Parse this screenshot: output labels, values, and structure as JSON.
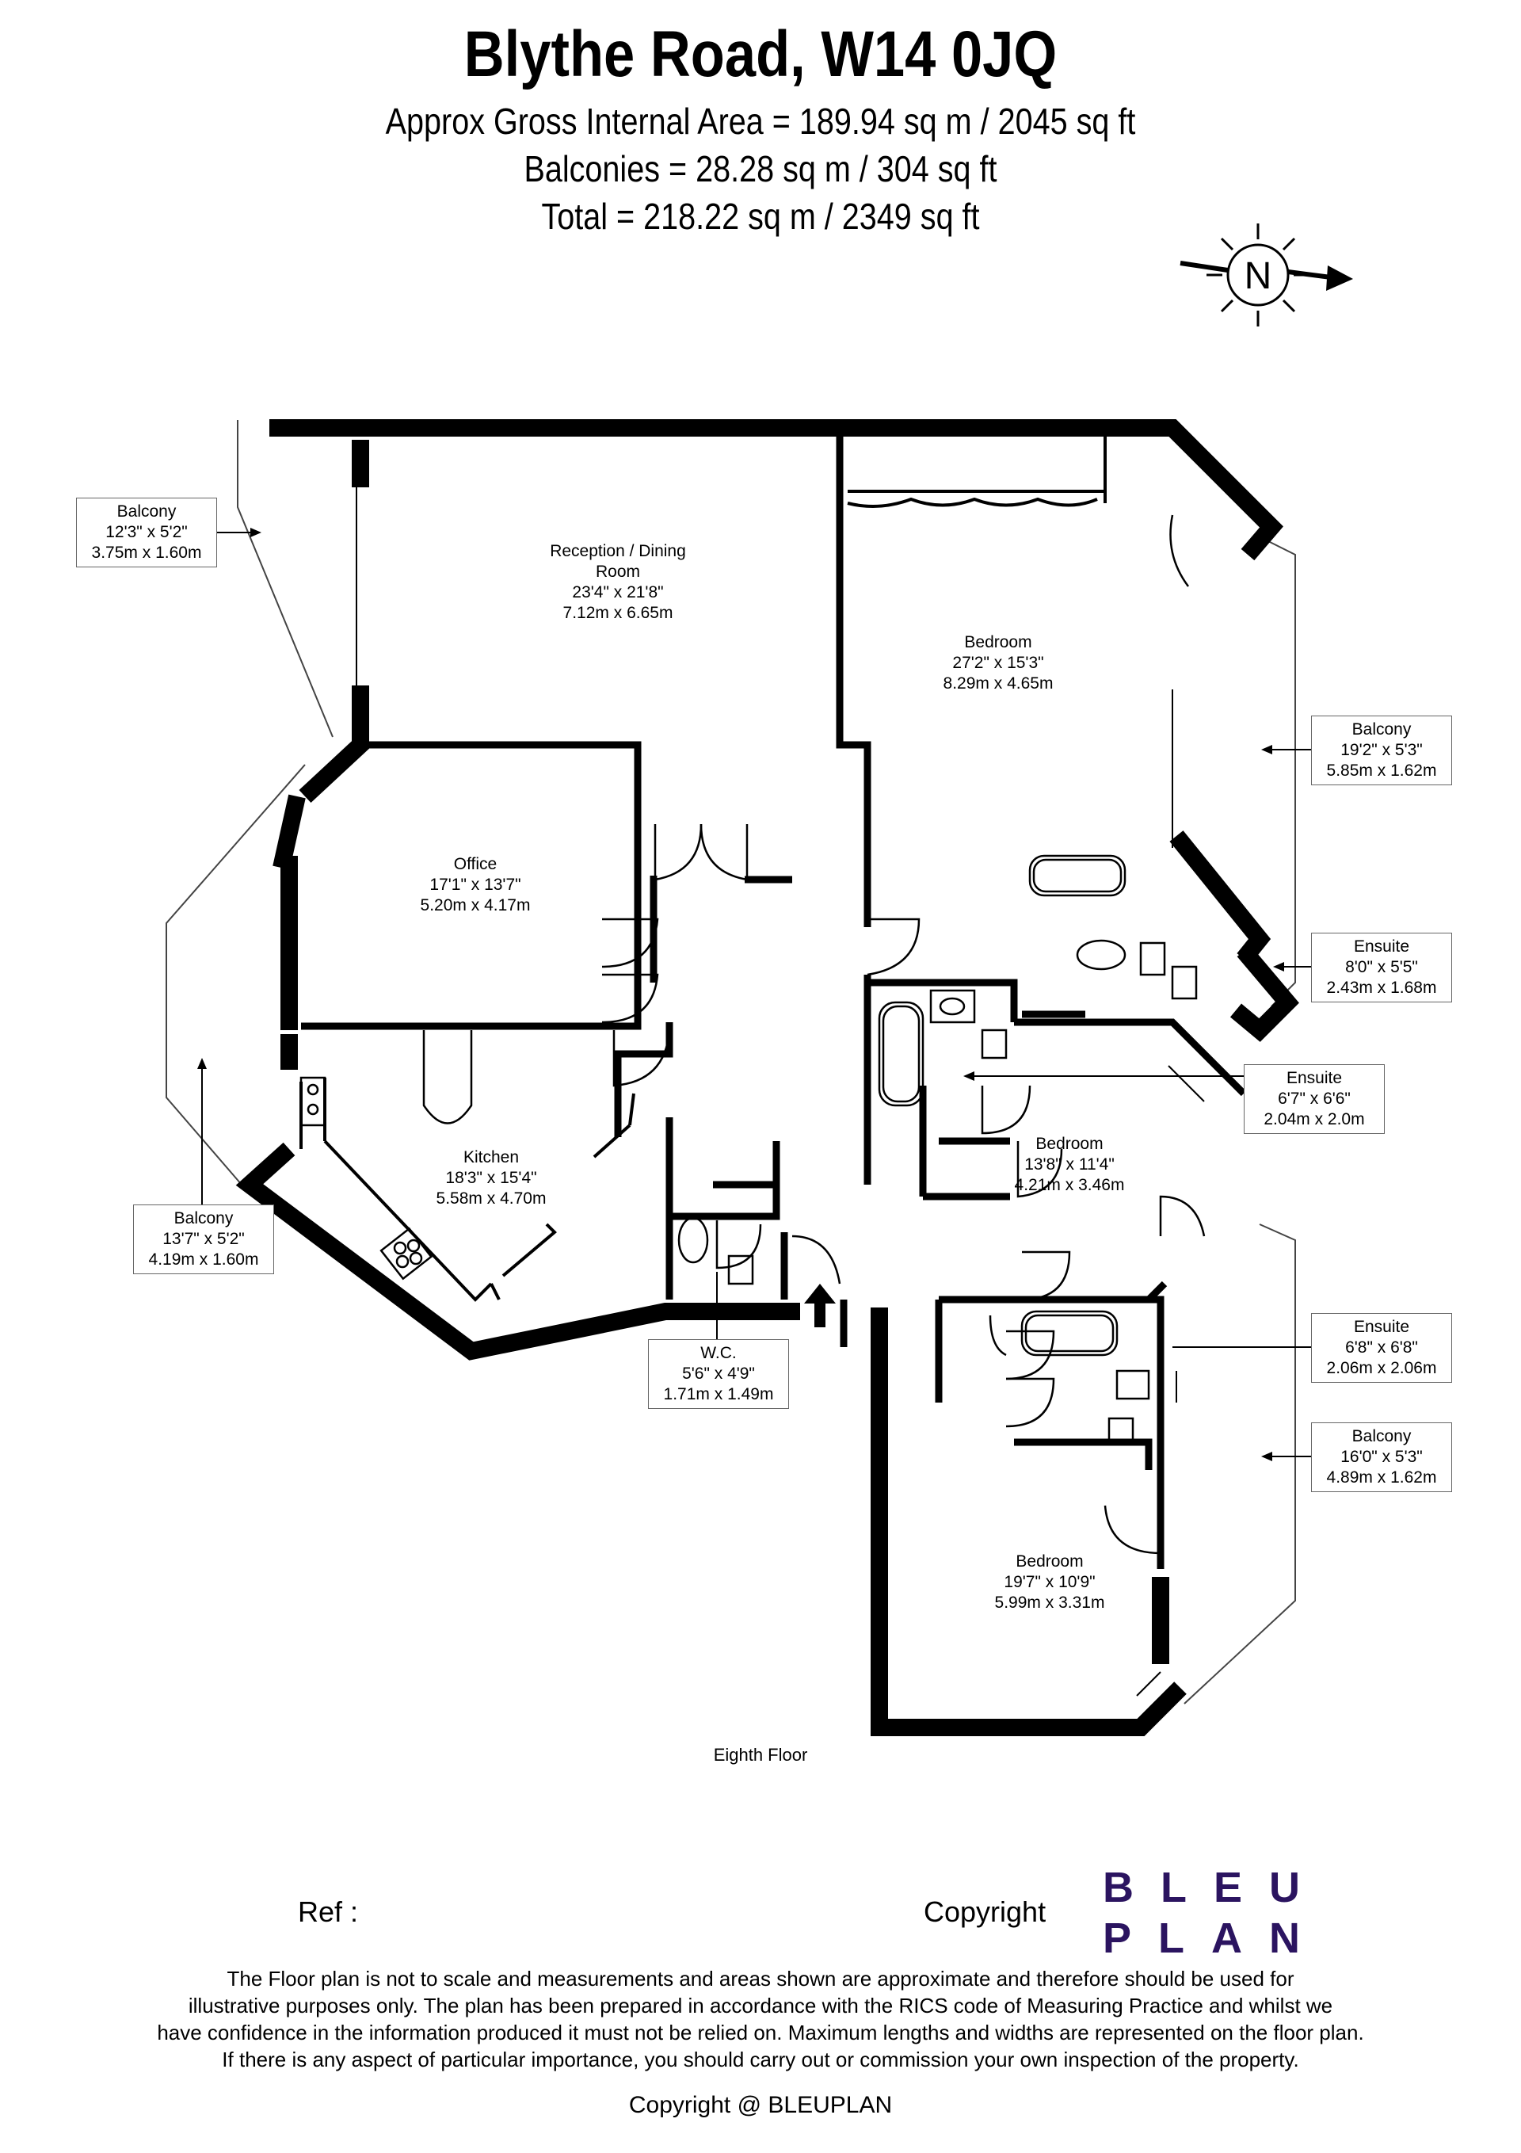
{
  "header": {
    "title": "Blythe Road, W14 0JQ",
    "gia": "Approx Gross Internal Area = 189.94 sq m / 2045 sq ft",
    "balconies": "Balconies = 28.28 sq m / 304 sq ft",
    "total": "Total = 218.22 sq m / 2349 sq ft"
  },
  "compass": {
    "letter": "N"
  },
  "rooms": {
    "reception": {
      "name1": "Reception / Dining",
      "name2": "Room",
      "imperial": "23'4\" x 21'8\"",
      "metric": "7.12m x 6.65m"
    },
    "bedroom_main": {
      "name": "Bedroom",
      "imperial": "27'2\" x 15'3\"",
      "metric": "8.29m x 4.65m"
    },
    "office": {
      "name": "Office",
      "imperial": "17'1\" x 13'7\"",
      "metric": "5.20m x 4.17m"
    },
    "kitchen": {
      "name": "Kitchen",
      "imperial": "18'3\" x 15'4\"",
      "metric": "5.58m x 4.70m"
    },
    "bedroom_mid": {
      "name": "Bedroom",
      "imperial": "13'8\" x 11'4\"",
      "metric": "4.21m x 3.46m"
    },
    "bedroom_low": {
      "name": "Bedroom",
      "imperial": "19'7\" x 10'9\"",
      "metric": "5.99m x 3.31m"
    }
  },
  "labels": {
    "balcony_nw": {
      "name": "Balcony",
      "imperial": "12'3\" x 5'2\"",
      "metric": "3.75m x 1.60m"
    },
    "balcony_w": {
      "name": "Balcony",
      "imperial": "13'7\" x 5'2\"",
      "metric": "4.19m x 1.60m"
    },
    "wc": {
      "name": "W.C.",
      "imperial": "5'6\" x 4'9\"",
      "metric": "1.71m x 1.49m"
    },
    "balcony_e1": {
      "name": "Balcony",
      "imperial": "19'2\" x 5'3\"",
      "metric": "5.85m x 1.62m"
    },
    "ensuite_1": {
      "name": "Ensuite",
      "imperial": "8'0\" x 5'5\"",
      "metric": "2.43m x 1.68m"
    },
    "ensuite_2": {
      "name": "Ensuite",
      "imperial": "6'7\" x 6'6\"",
      "metric": "2.04m x 2.0m"
    },
    "ensuite_3": {
      "name": "Ensuite",
      "imperial": "6'8\" x 6'8\"",
      "metric": "2.06m x 2.06m"
    },
    "balcony_e2": {
      "name": "Balcony",
      "imperial": "16'0\" x 5'3\"",
      "metric": "4.89m x 1.62m"
    }
  },
  "floor_label": "Eighth Floor",
  "footer": {
    "ref": "Ref  :",
    "copyright_word": "Copyright",
    "logo_line1": "BLEU",
    "logo_line2": "PLAN",
    "disclaimer_1": "The Floor plan is not to scale and measurements and areas shown are approximate and therefore should be used for",
    "disclaimer_2": "illustrative purposes only. The plan has been prepared in accordance with the RICS code of Measuring Practice and whilst we",
    "disclaimer_3": "have confidence in the information produced it must not be relied on. Maximum lengths and widths are represented on the floor plan.",
    "disclaimer_4": "If there is any aspect of particular importance, you should carry out or commission your own inspection of the property.",
    "copyright_line": "Copyright @ BLEUPLAN"
  }
}
